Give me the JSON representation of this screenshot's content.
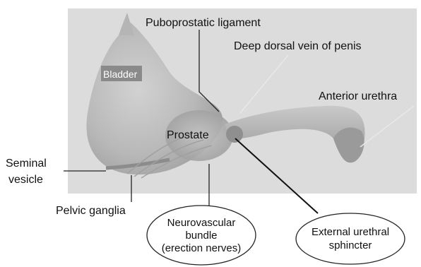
{
  "diagram": {
    "labels": {
      "bladder": "Bladder",
      "puboprostatic_ligament": "Puboprostatic ligament",
      "deep_dorsal_vein": "Deep dorsal vein of penis",
      "anterior_urethra": "Anterior urethra",
      "prostate": "Prostate",
      "seminal_vesicle_line1": "Seminal",
      "seminal_vesicle_line2": "vesicle",
      "pelvic_ganglia": "Pelvic ganglia",
      "neurovascular_line1": "Neurovascular",
      "neurovascular_line2": "bundle",
      "neurovascular_line3": "(erection nerves)",
      "sphincter_line1": "External urethral",
      "sphincter_line2": "sphincter"
    },
    "colors": {
      "background_panel": "#dcdcdc",
      "tissue": "#bfbfbf",
      "label_box": "#8a8a8a"
    }
  }
}
